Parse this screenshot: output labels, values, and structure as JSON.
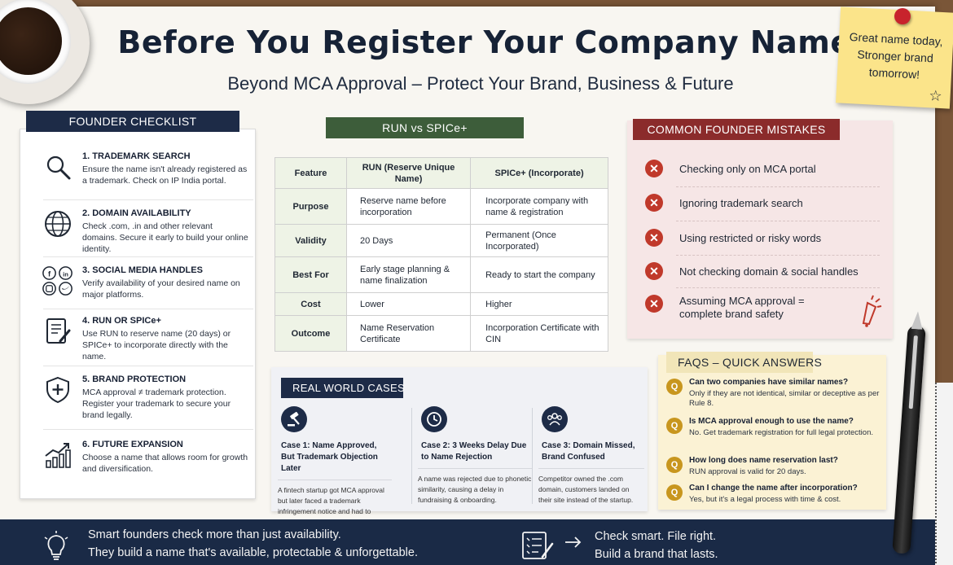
{
  "header": {
    "title": "Before You Register Your Company Name",
    "subtitle": "Beyond MCA Approval – Protect Your Brand, Business & Future"
  },
  "sticky_note": {
    "lines": [
      "Great name today,",
      "Stronger brand",
      "tomorrow!"
    ]
  },
  "checklist": {
    "title": "FOUNDER CHECKLIST",
    "items": [
      {
        "title": "1. TRADEMARK SEARCH",
        "text": "Ensure the name isn't already registered as a trademark. Check on IP India portal.",
        "icon": "magnifier-icon"
      },
      {
        "title": "2. DOMAIN AVAILABILITY",
        "text": "Check .com, .in and other relevant domains. Secure it early to build your online identity.",
        "icon": "globe-icon"
      },
      {
        "title": "3. SOCIAL MEDIA HANDLES",
        "text": "Verify availability of your desired name on major platforms.",
        "icon": "social-media-icons"
      },
      {
        "title": "4. RUN OR SPICe+",
        "text": "Use RUN to reserve name (20 days) or SPICe+ to incorporate directly with the name.",
        "icon": "document-pen-icon"
      },
      {
        "title": "5. BRAND PROTECTION",
        "text": "MCA approval ≠ trademark protection. Register your trademark to secure your brand legally.",
        "icon": "shield-icon"
      },
      {
        "title": "6. FUTURE EXPANSION",
        "text": "Choose a name that allows room for growth and diversification.",
        "icon": "growth-chart-icon"
      }
    ]
  },
  "comparison": {
    "title": "RUN vs SPICe+",
    "headers": [
      "Feature",
      "RUN (Reserve Unique Name)",
      "SPICe+ (Incorporate)"
    ],
    "rows": [
      [
        "Purpose",
        "Reserve name before incorporation",
        "Incorporate company with name & registration"
      ],
      [
        "Validity",
        "20 Days",
        "Permanent (Once Incorporated)"
      ],
      [
        "Best For",
        "Early stage planning & name finalization",
        "Ready to start the company"
      ],
      [
        "Cost",
        "Lower",
        "Higher"
      ],
      [
        "Outcome",
        "Name Reservation Certificate",
        "Incorporation Certificate with CIN"
      ]
    ]
  },
  "mistakes": {
    "title": "COMMON FOUNDER MISTAKES",
    "items": [
      "Checking only on MCA portal",
      "Ignoring trademark search",
      "Using restricted or risky words",
      "Not checking domain & social handles",
      "Assuming MCA approval = complete brand safety"
    ]
  },
  "cases": {
    "title": "REAL WORLD CASES",
    "items": [
      {
        "title": "Case 1: Name Approved, But Trademark Objection Later",
        "text": "A fintech startup got MCA approval but later faced a trademark infringement notice and had to rebrand after launch.",
        "icon": "gavel-icon"
      },
      {
        "title": "Case 2: 3 Weeks Delay Due to Name Rejection",
        "text": "A name was rejected due to phonetic similarity, causing a delay in fundraising & onboarding.",
        "icon": "clock-icon"
      },
      {
        "title": "Case 3: Domain Missed, Brand Confused",
        "text": "Competitor owned the .com domain, customers landed on their site instead of the startup.",
        "icon": "people-icon"
      }
    ]
  },
  "faqs": {
    "title": "FAQS – QUICK ANSWERS",
    "badge": "Q",
    "items": [
      {
        "q": "Can two companies have similar names?",
        "a": "Only if they are not identical, similar or deceptive as per Rule 8."
      },
      {
        "q": "Is MCA approval enough to use the name?",
        "a": "No. Get trademark registration for full legal protection."
      },
      {
        "q": "How long does name reservation last?",
        "a": "RUN approval is valid for 20 days."
      },
      {
        "q": "Can I change the name after incorporation?",
        "a": "Yes, but it's a legal process with time & cost."
      }
    ]
  },
  "footer": {
    "left_line1": "Smart founders check more than just availability.",
    "left_line2": "They build a name that's available, protectable & unforgettable.",
    "right_line1": "Check smart. File right.",
    "right_line2": "Build a brand that lasts."
  },
  "colors": {
    "navy": "#1d2b47",
    "green": "#3d5d3a",
    "red": "#8b2b2b",
    "error_red": "#c0392b",
    "faq_gold": "#c8961e"
  }
}
